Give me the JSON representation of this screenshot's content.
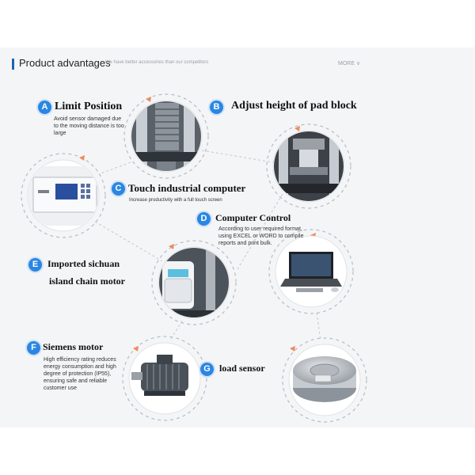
{
  "header": {
    "title": "Product advantages",
    "subtitle": "We have better accessories than our competitors",
    "more_label": "MORE ∨"
  },
  "features": [
    {
      "letter": "A",
      "title": "Limit Position",
      "desc": "Avoid sensor damaged due to the moving distance is too large"
    },
    {
      "letter": "B",
      "title": "Adjust height of pad block",
      "desc": ""
    },
    {
      "letter": "C",
      "title": "Touch industrial computer",
      "desc": "Increase productivity with a full touch screen"
    },
    {
      "letter": "D",
      "title": "Computer Control",
      "desc": "According to user required format, using EXCEL or WORD to compile reports and print bulk."
    },
    {
      "letter": "E",
      "title": "Imported sichuan",
      "title2": "island chain motor",
      "desc": ""
    },
    {
      "letter": "F",
      "title": "Siemens motor",
      "desc": "High efficiency rating reduces energy consumption and high degree of protection (IP55), ensuring safe and reliable customer use"
    },
    {
      "letter": "G",
      "title": "load sensor",
      "desc": ""
    }
  ],
  "colors": {
    "accent": "#2a86e2",
    "header_bar": "#1a66b5",
    "dashed_ring": "#b7bcc3",
    "arrow": "#f08a5d"
  },
  "images": [
    {
      "id": "limit-position-photo",
      "icon": "testing-machine-column-photo"
    },
    {
      "id": "controller-photo",
      "icon": "touch-controller-photo"
    },
    {
      "id": "pad-block-photo",
      "icon": "pad-block-photo"
    },
    {
      "id": "motor-column-photo",
      "icon": "chain-motor-photo"
    },
    {
      "id": "computer-photo",
      "icon": "laptop-photo"
    },
    {
      "id": "siemens-motor-photo",
      "icon": "electric-motor-photo"
    },
    {
      "id": "load-sensor-photo",
      "icon": "load-cell-photo"
    }
  ]
}
